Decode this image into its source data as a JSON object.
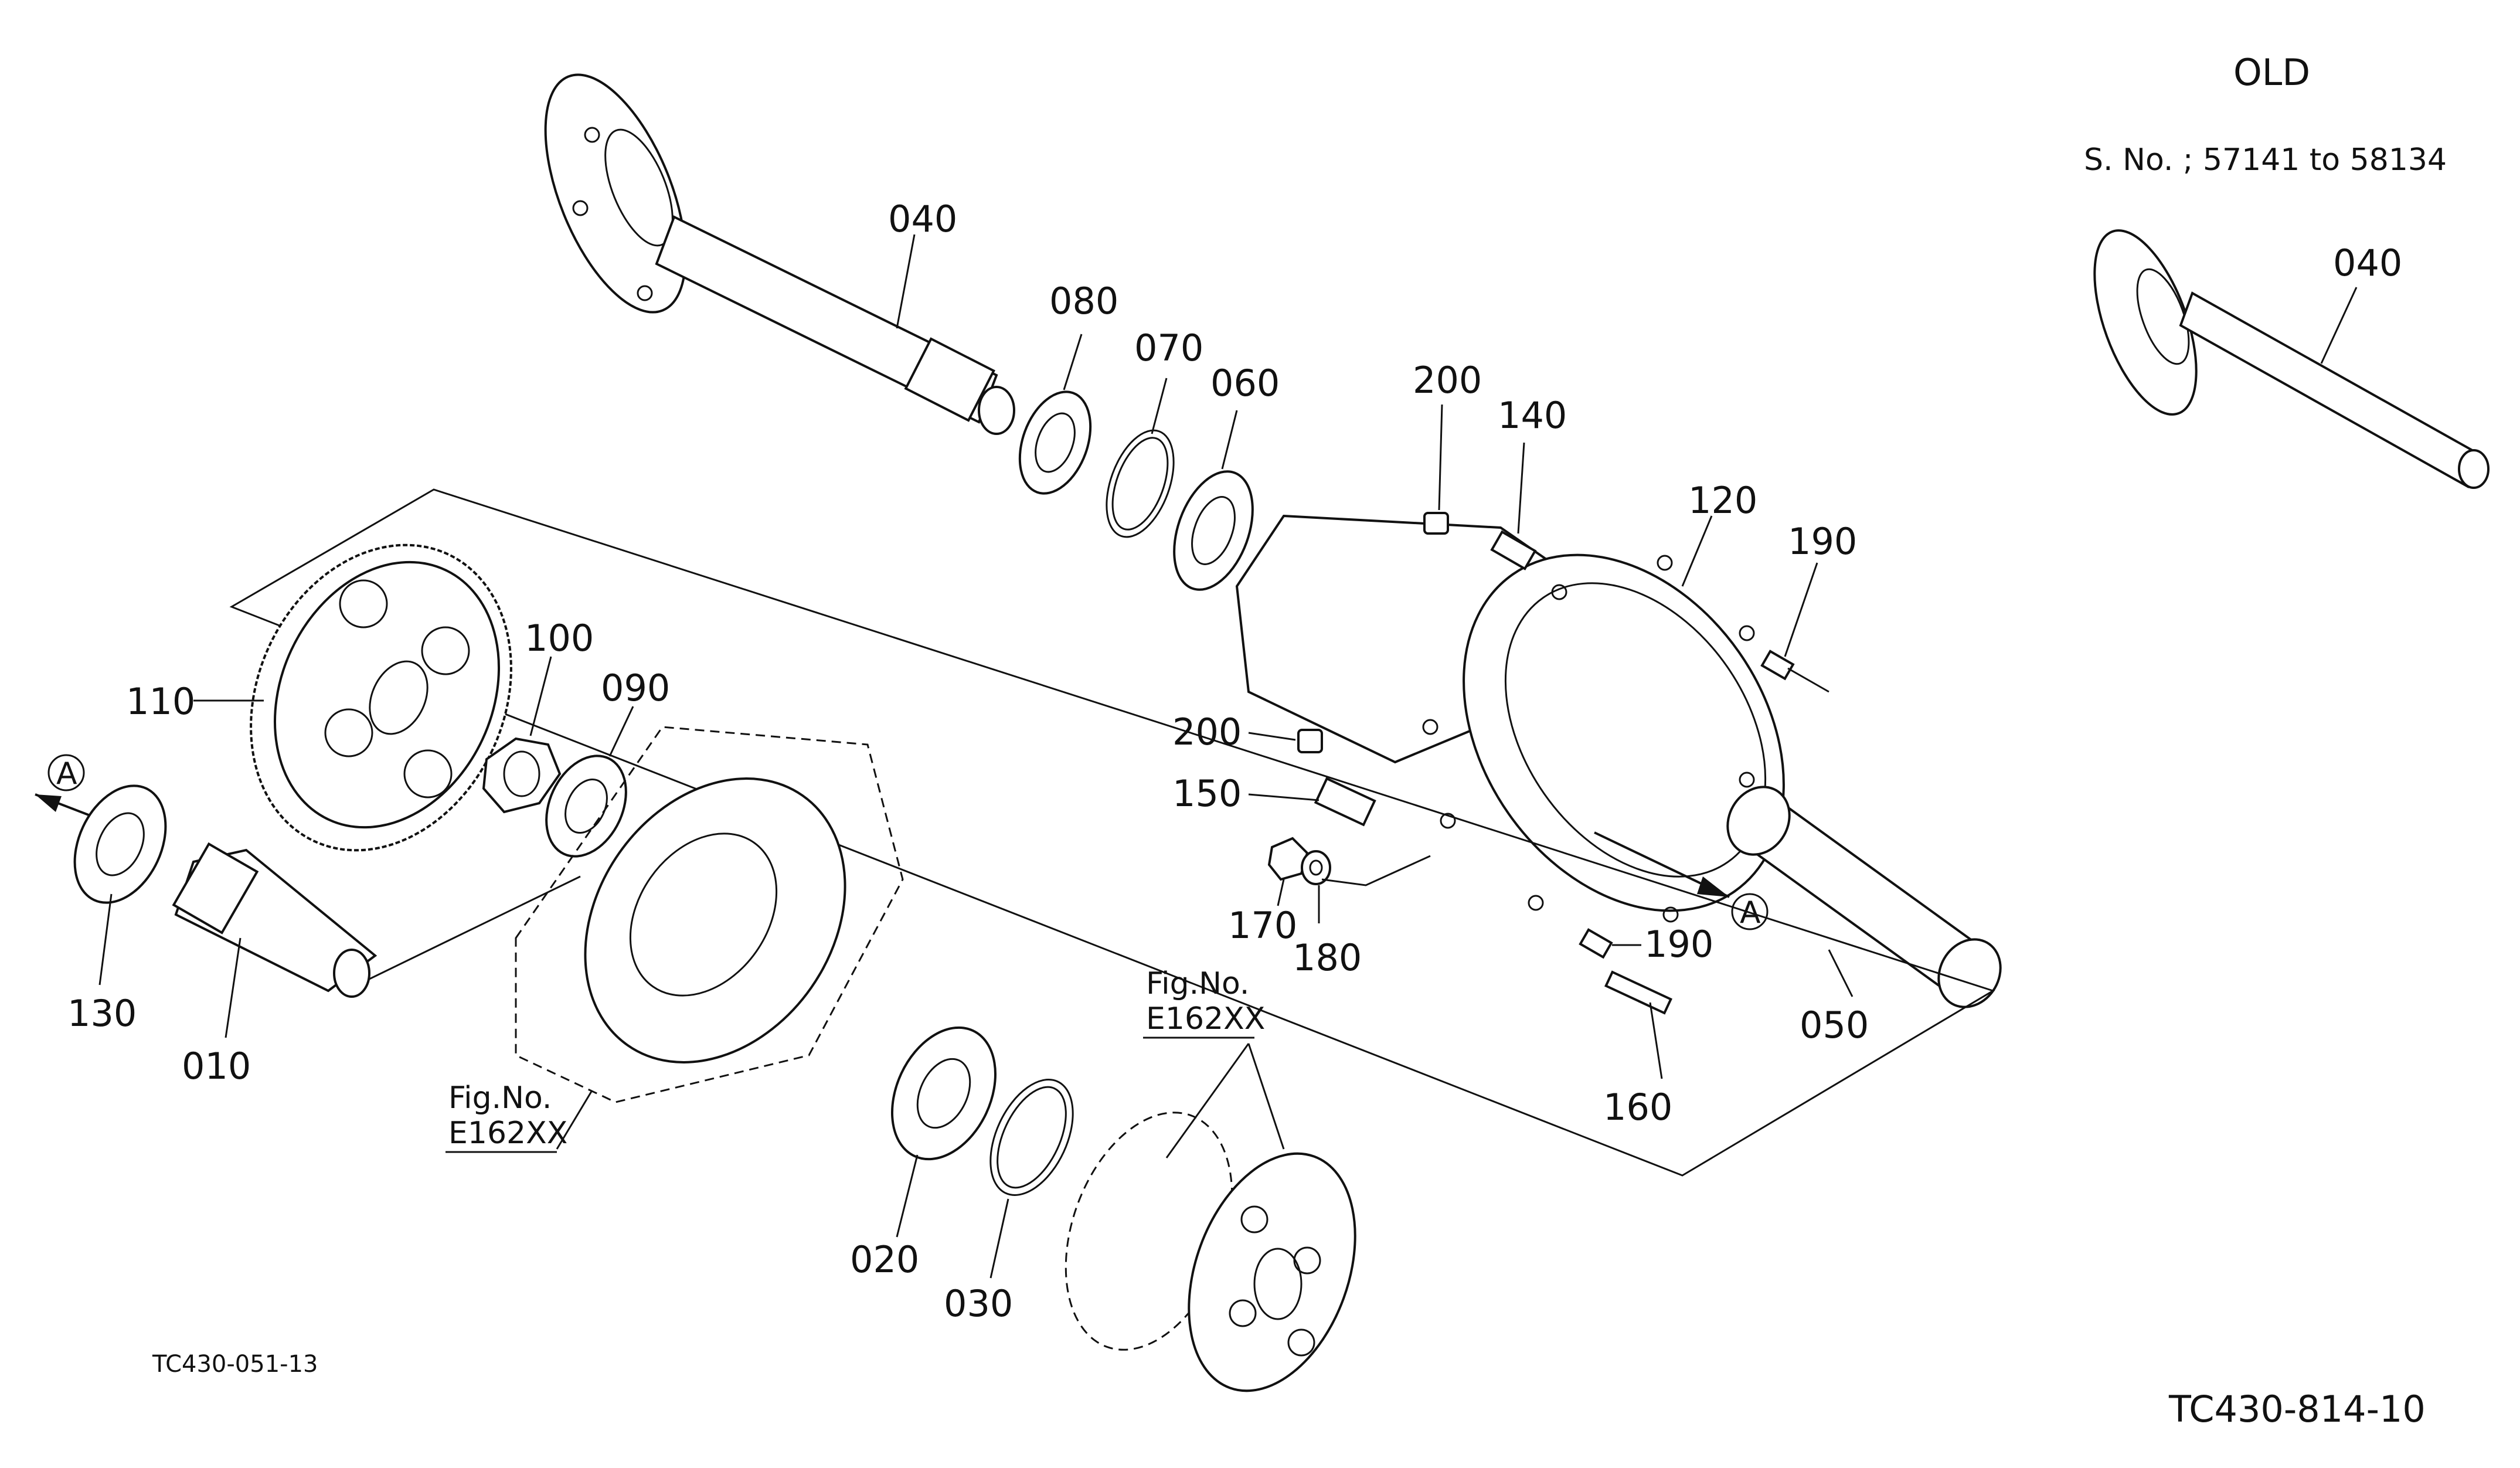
{
  "header": {
    "variant": "OLD",
    "serial_range": "S. No. ; 57141 to 58134"
  },
  "callouts": {
    "c010": "010",
    "c020": "020",
    "c030": "030",
    "c040": "040",
    "c040_old": "040",
    "c050": "050",
    "c060": "060",
    "c070": "070",
    "c080": "080",
    "c090": "090",
    "c100": "100",
    "c110": "110",
    "c120": "120",
    "c130": "130",
    "c140": "140",
    "c150": "150",
    "c160": "160",
    "c170": "170",
    "c180": "180",
    "c190_top": "190",
    "c190_bottom": "190",
    "c200_top": "200",
    "c200_left": "200"
  },
  "references": {
    "fig_label": "Fig.No.",
    "fig_ref": "E162XX",
    "fig_label_2": "Fig.No.",
    "fig_ref_2": "E162XX",
    "arrow_a": "A",
    "arrow_a_2": "A"
  },
  "footer": {
    "left_code": "TC430-051-13",
    "right_code": "TC430-814-10"
  }
}
